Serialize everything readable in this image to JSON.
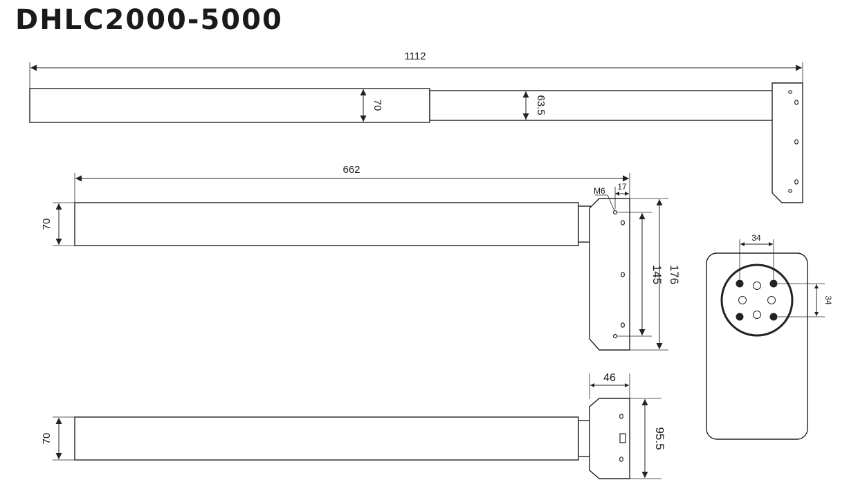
{
  "title": "DHLC2000-5000",
  "dimensions": {
    "overall_length": "1112",
    "outer_tube_height_top": "70",
    "inner_tube_height": "63.5",
    "outer_tube_length": "662",
    "thread": "M6",
    "hole_offset": "17",
    "outer_tube_height_mid": "70",
    "hole_spacing": "145",
    "bracket_height": "176",
    "connector_pin_spacing_h": "34",
    "connector_pin_spacing_v": "34",
    "bracket_depth": "46",
    "outer_tube_height_bottom": "70",
    "bracket_width": "95.5"
  }
}
